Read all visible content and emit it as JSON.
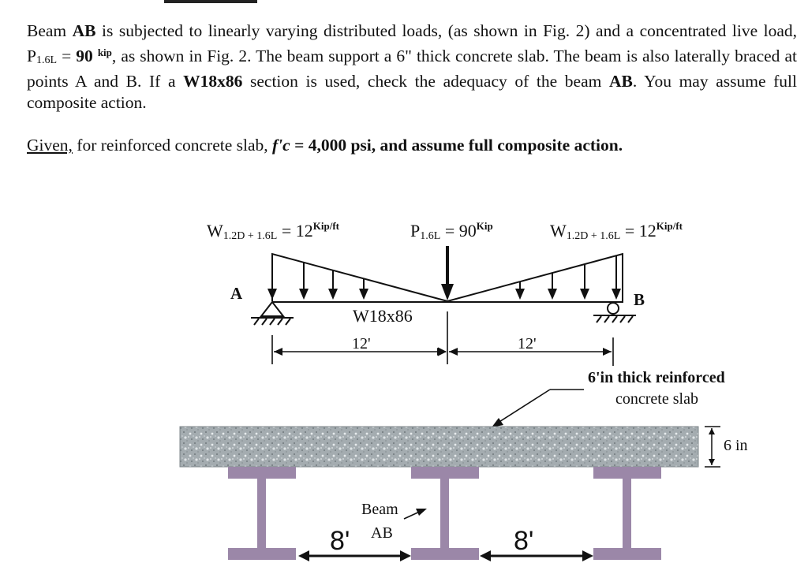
{
  "problem": {
    "t1": "Beam ",
    "beam": "AB",
    "t2": " is subjected to linearly varying distributed loads, (as shown in Fig. 2) and a concentrated live load, P",
    "p_sub": "1.6L",
    "t3": " = ",
    "p_val": "90",
    "p_unit": "kip",
    "t4": ", as shown in Fig. 2. The beam support a 6\" thick concrete slab.  The beam is also laterally braced at points A and B.  If a ",
    "section": "W18x86",
    "t5": " section is used, check the adequacy of the beam ",
    "beam2": "AB",
    "t6": ". You may assume full composite action."
  },
  "given": {
    "label": "Given,",
    "t1": " for reinforced concrete slab, ",
    "fc_label": "f'c",
    "t2": " = 4,000 psi, and assume full composite action."
  },
  "figure": {
    "w_left": {
      "base": "W",
      "sub": "1.2D + 1.6L",
      "eq": " = 12",
      "unit": "Kip/ft"
    },
    "p_load": {
      "base": "P",
      "sub": "1.6L",
      "eq": " = 90",
      "unit": "Kip"
    },
    "w_right": {
      "base": "W",
      "sub": "1.2D + 1.6L",
      "eq": " = 12",
      "unit": "Kip/ft"
    },
    "support_a": "A",
    "support_b": "B",
    "section_label": "W18x86",
    "dim_left": "12'",
    "dim_right": "12'",
    "slab_note_line1": "6'in thick reinforced",
    "slab_note_line2": "concrete slab",
    "slab_thickness": "6 in",
    "beam_label_line1": "Beam",
    "beam_label_line2": "AB",
    "spacing_left": "8'",
    "spacing_right": "8'",
    "colors": {
      "beam": "#9b87a8",
      "slab": "#9aa3a7"
    }
  }
}
